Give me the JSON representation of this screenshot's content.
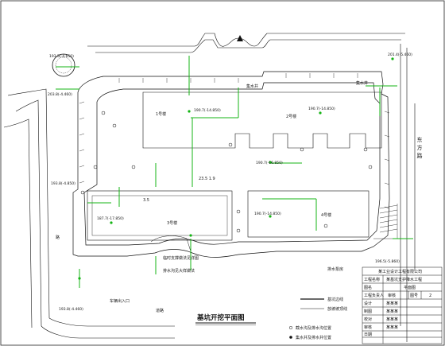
{
  "drawing": {
    "title": "基坑开挖平面图",
    "buildings": {
      "b1": "1号楼",
      "b2": "2号楼",
      "b3": "3号楼",
      "b4": "4号楼"
    },
    "road_east": "东方路",
    "road_west": "路",
    "road_south": "道路",
    "gate": "车辆出入口",
    "water_pump": "排水泵房",
    "pit_label_1": "集水井",
    "pit_label_2": "集水井",
    "note_1": "临时支撑做法见详图",
    "note_2": "排水沟见大样做法",
    "dim_1": "23.5 1.9",
    "dim_2": "3.5",
    "elevations": {
      "e1": "190.7(-14.850)",
      "e2": "190.7(-14.850)",
      "e3": "190.7(-16.850)",
      "e4": "187.7(-17.850)",
      "e5": "190.7(-14.850)",
      "e6": "193.5(-4.650)",
      "e7": "203.8(-4.460)",
      "e8": "201.4(-5.460)",
      "e9": "193.8(-4.460)",
      "e10": "196.5(-5.860)",
      "e11": "193.8(-4.850)"
    }
  },
  "legend": {
    "line_1": "基坑边线",
    "line_2": "放坡坡顶线",
    "sym_1": "截水沟及排水沟位置",
    "sym_2": "集水井及排水井位置"
  },
  "title_block": {
    "company": "某工业设计工程有限公司",
    "project_label": "工程名称",
    "project_value": "某基坑支护降水工程",
    "drawing_label": "图名",
    "drawing_value": "平面图",
    "design_label": "工程负责人",
    "check_label": "审核",
    "sheet_label": "图号",
    "sheet_value": "2",
    "row_labels": [
      "设计",
      "制图",
      "校对",
      "审核"
    ],
    "row_values": [
      "某某某",
      "某某某",
      "某某某",
      "某某某"
    ],
    "date_label": "日期"
  }
}
